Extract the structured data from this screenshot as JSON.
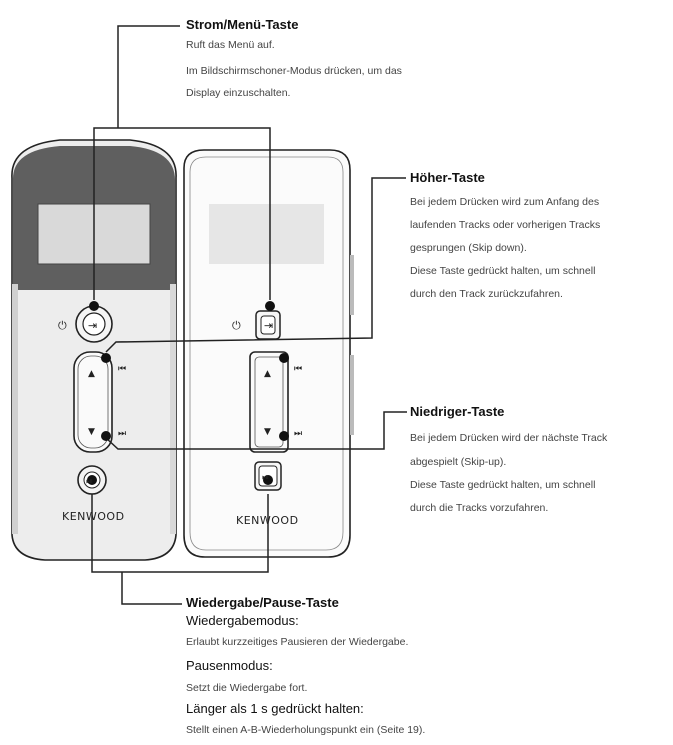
{
  "callouts": {
    "power": {
      "title": "Strom/Menü-Taste",
      "lines": [
        "Ruft das Menü auf.",
        "Im Bildschirmschoner-Modus drücken, um das",
        "Display einzuschalten."
      ]
    },
    "up": {
      "title": "Höher-Taste",
      "lines": [
        "Bei jedem Drücken wird zum Anfang des",
        "laufenden Tracks oder vorherigen Tracks",
        "gesprungen (Skip down).",
        "Diese Taste gedrückt halten, um schnell",
        "durch den Track zurückzufahren."
      ]
    },
    "down": {
      "title": "Niedriger-Taste",
      "lines": [
        "Bei jedem Drücken wird der nächste Track",
        "abgespielt (Skip-up).",
        "Diese Taste gedrückt halten, um schnell",
        "durch die Tracks vorzufahren."
      ]
    },
    "play": {
      "title": "Wiedergabe/Pause-Taste",
      "mode1": "Wiedergabemodus:",
      "mode1_text": "Erlaubt kurzzeitiges Pausieren der Wiedergabe.",
      "mode2": "Pausenmodus:",
      "mode2_text": "Setzt die Wiedergabe fort.",
      "mode3": "Länger als 1 s gedrückt halten:",
      "mode3_text": "Stellt einen A-B-Wiederholungspunkt ein (Seite 19)."
    }
  },
  "device": {
    "brand": "KENWOOD",
    "power_symbol": "⏻",
    "menu_symbol": "⇥",
    "up_symbol": "▲",
    "down_symbol": "▼",
    "prev_symbol": "⏮",
    "next_symbol": "⏭",
    "play_symbol": "⏯"
  }
}
